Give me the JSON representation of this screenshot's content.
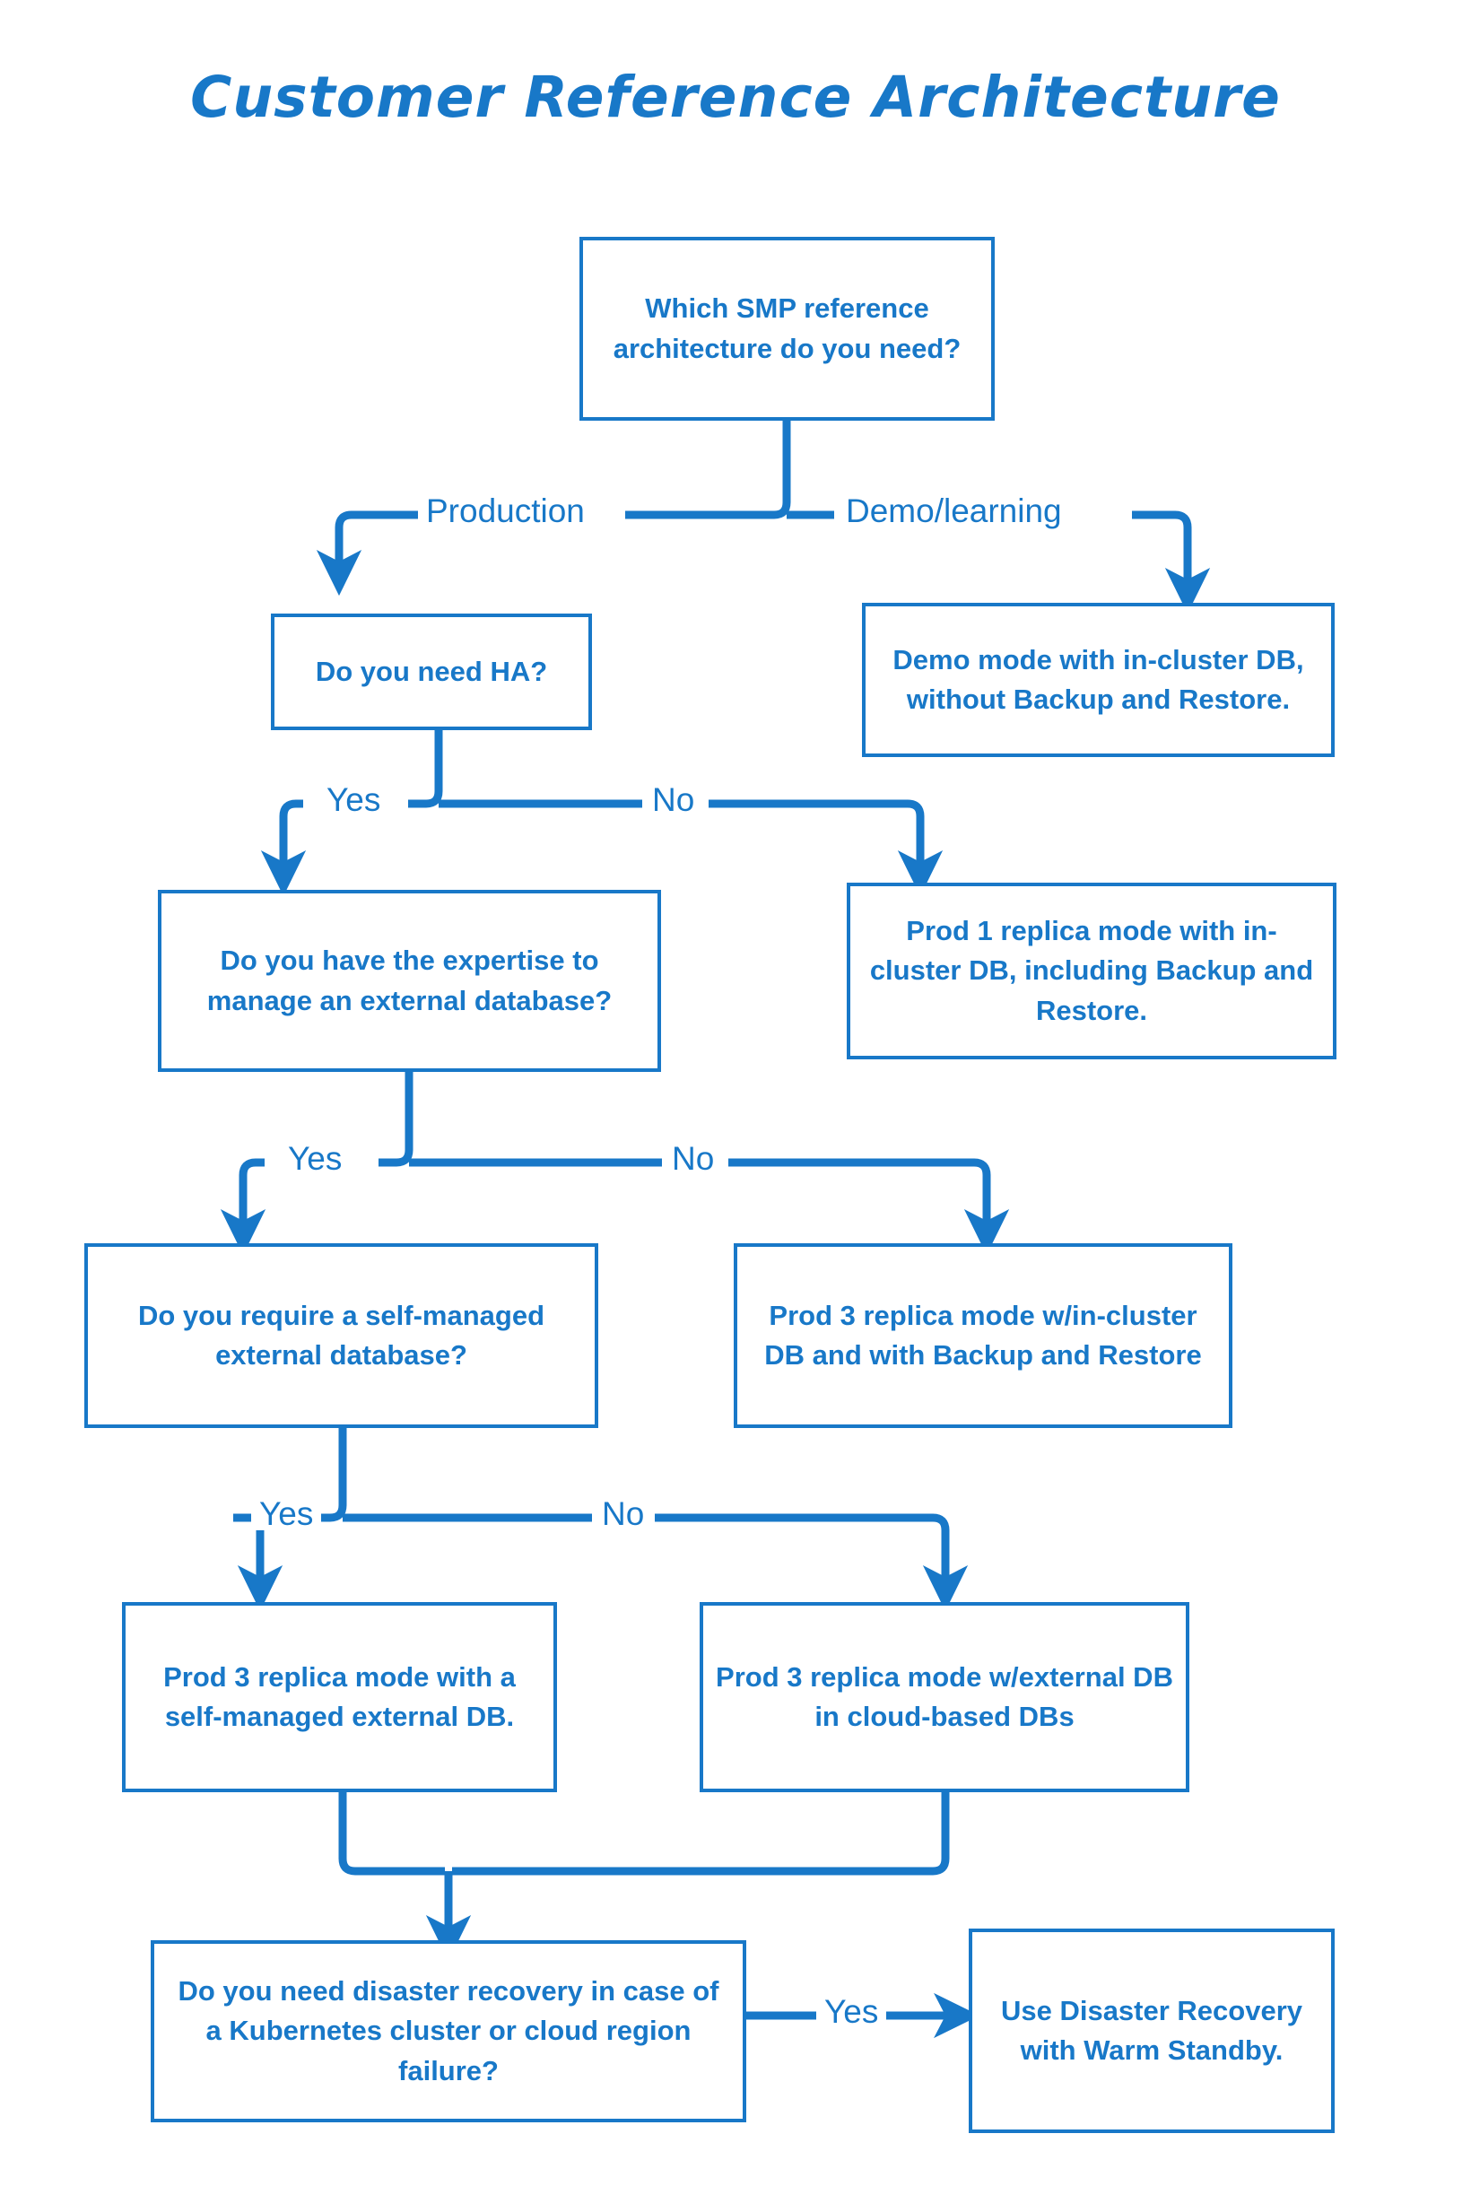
{
  "title": "Customer Reference Architecture",
  "theme": {
    "accent": "#1878c8",
    "background": "#ffffff",
    "node_fill": "#ffffff",
    "node_border": "#1878c8",
    "text": "#1878c8"
  },
  "nodes": [
    {
      "id": "q-root",
      "type": "decision",
      "text": "Which SMP reference architecture do you need?"
    },
    {
      "id": "q-ha",
      "type": "decision",
      "text": "Do you need HA?"
    },
    {
      "id": "r-demo",
      "type": "result",
      "text": "Demo mode with in-cluster DB, without Backup and Restore."
    },
    {
      "id": "q-expertise",
      "type": "decision",
      "text": "Do you have the expertise to manage an external database?"
    },
    {
      "id": "r-prod1",
      "type": "result",
      "text": "Prod 1 replica mode with in-cluster DB, including Backup and Restore."
    },
    {
      "id": "q-selfmanaged",
      "type": "decision",
      "text": "Do you require a self-managed external database?"
    },
    {
      "id": "r-prod3-in",
      "type": "result",
      "text": "Prod 3 replica mode w/in-cluster DB and with Backup and Restore"
    },
    {
      "id": "r-prod3-self",
      "type": "result",
      "text": "Prod 3 replica mode with a self-managed external DB."
    },
    {
      "id": "r-prod3-cloud",
      "type": "result",
      "text": "Prod 3 replica mode w/external DB in cloud-based DBs"
    },
    {
      "id": "q-dr",
      "type": "decision",
      "text": "Do you need disaster recovery in case of a Kubernetes cluster or cloud region failure?"
    },
    {
      "id": "r-warm",
      "type": "result",
      "text": "Use Disaster Recovery with Warm Standby."
    }
  ],
  "edges": [
    {
      "id": "e-production",
      "from": "q-root",
      "to": "q-ha",
      "label": "Production"
    },
    {
      "id": "e-demo",
      "from": "q-root",
      "to": "r-demo",
      "label": "Demo/learning"
    },
    {
      "id": "e-ha-yes",
      "from": "q-ha",
      "to": "q-expertise",
      "label": "Yes"
    },
    {
      "id": "e-ha-no",
      "from": "q-ha",
      "to": "r-prod1",
      "label": "No"
    },
    {
      "id": "e-exp-yes",
      "from": "q-expertise",
      "to": "q-selfmanaged",
      "label": "Yes"
    },
    {
      "id": "e-exp-no",
      "from": "q-expertise",
      "to": "r-prod3-in",
      "label": "No"
    },
    {
      "id": "e-self-yes",
      "from": "q-selfmanaged",
      "to": "r-prod3-self",
      "label": "Yes"
    },
    {
      "id": "e-self-no",
      "from": "q-selfmanaged",
      "to": "r-prod3-cloud",
      "label": "No"
    },
    {
      "id": "e-merge-self",
      "from": "r-prod3-self",
      "to": "q-dr",
      "label": ""
    },
    {
      "id": "e-merge-cloud",
      "from": "r-prod3-cloud",
      "to": "q-dr",
      "label": ""
    },
    {
      "id": "e-dr-yes",
      "from": "q-dr",
      "to": "r-warm",
      "label": "Yes"
    }
  ]
}
